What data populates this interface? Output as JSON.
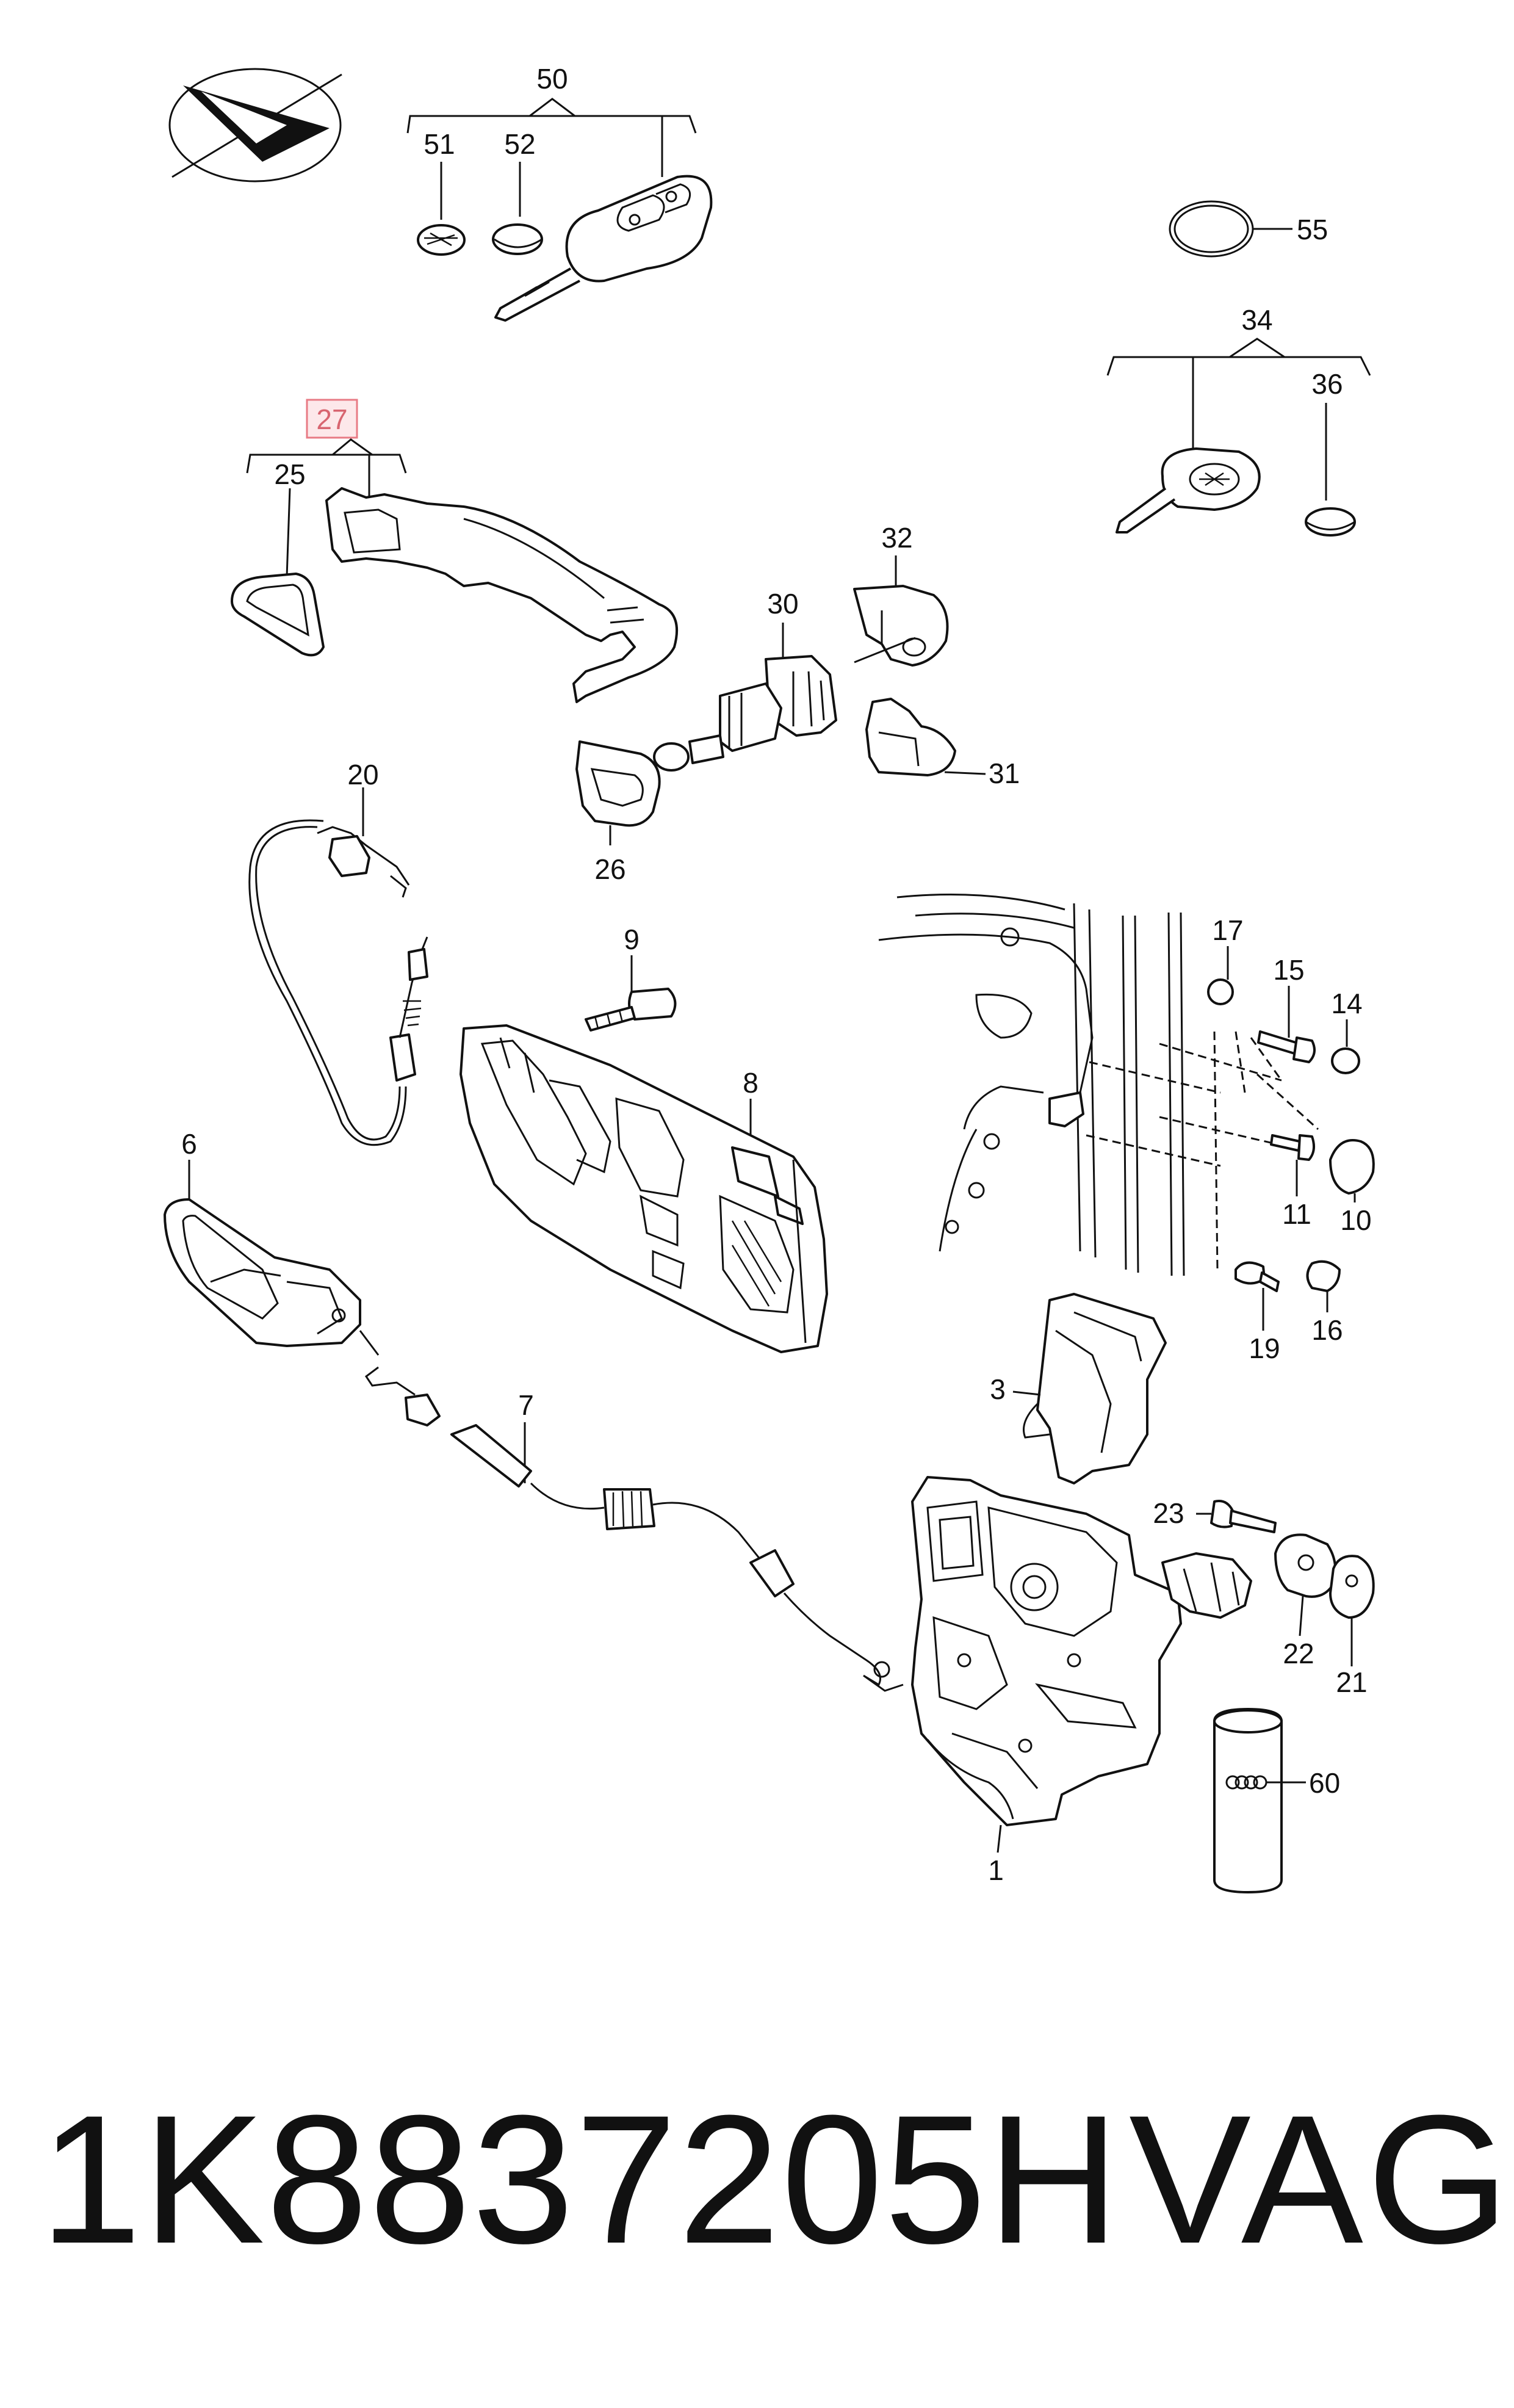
{
  "diagram": {
    "callouts": [
      {
        "id": "c50",
        "text": "50"
      },
      {
        "id": "c51",
        "text": "51"
      },
      {
        "id": "c52",
        "text": "52"
      },
      {
        "id": "c55",
        "text": "55"
      },
      {
        "id": "c34",
        "text": "34"
      },
      {
        "id": "c36",
        "text": "36"
      },
      {
        "id": "c27",
        "text": "27"
      },
      {
        "id": "c25",
        "text": "25"
      },
      {
        "id": "c32",
        "text": "32"
      },
      {
        "id": "c30",
        "text": "30"
      },
      {
        "id": "c31",
        "text": "31"
      },
      {
        "id": "c26",
        "text": "26"
      },
      {
        "id": "c20",
        "text": "20"
      },
      {
        "id": "c9",
        "text": "9"
      },
      {
        "id": "c8",
        "text": "8"
      },
      {
        "id": "c17",
        "text": "17"
      },
      {
        "id": "c15",
        "text": "15"
      },
      {
        "id": "c14",
        "text": "14"
      },
      {
        "id": "c11",
        "text": "11"
      },
      {
        "id": "c10",
        "text": "10"
      },
      {
        "id": "c19",
        "text": "19"
      },
      {
        "id": "c16",
        "text": "16"
      },
      {
        "id": "c6",
        "text": "6"
      },
      {
        "id": "c3",
        "text": "3"
      },
      {
        "id": "c7",
        "text": "7"
      },
      {
        "id": "c23",
        "text": "23"
      },
      {
        "id": "c22",
        "text": "22"
      },
      {
        "id": "c21",
        "text": "21"
      },
      {
        "id": "c60",
        "text": "60"
      },
      {
        "id": "c1",
        "text": "1"
      }
    ],
    "highlighted_callout": "27",
    "highlight_color": "#e87b85",
    "highlight_fill": "#fde8ea"
  },
  "footer": {
    "part_number": "1K8837205H",
    "brand": "VAG"
  }
}
